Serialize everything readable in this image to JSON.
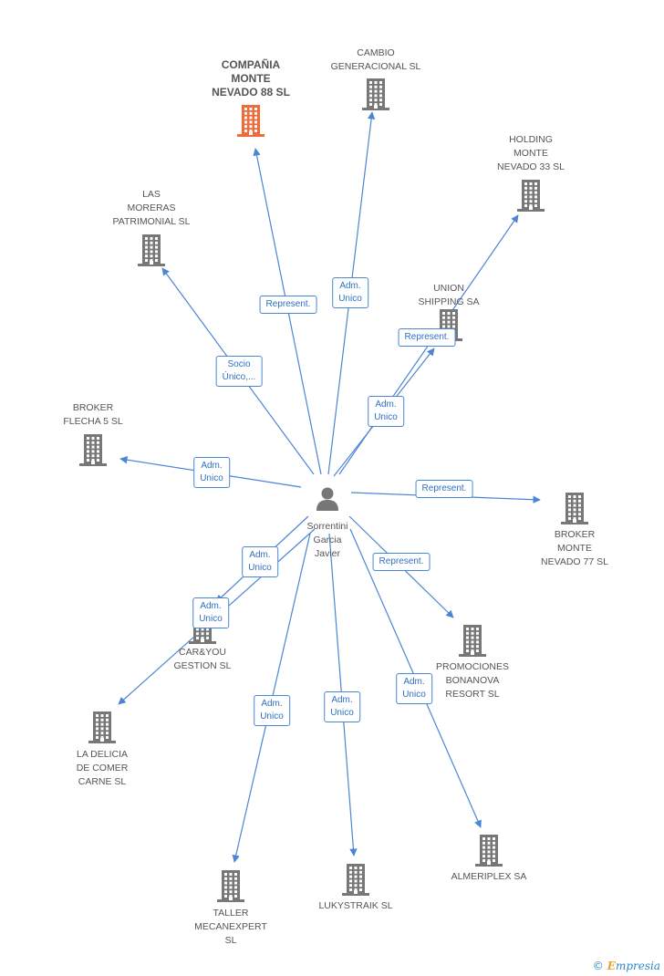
{
  "colors": {
    "edge": "#4a86d4",
    "building": "#777777",
    "building_main": "#f06a3a",
    "person": "#777777"
  },
  "center": {
    "name": "Sorrentini\nGarcia\nJavier",
    "icon": "person-icon"
  },
  "nodes": [
    {
      "id": "compania",
      "label": "COMPAÑIA\nMONTE\nNEVADO 88 SL",
      "main": true,
      "icon": "building-icon"
    },
    {
      "id": "cambio",
      "label": "CAMBIO\nGENERACIONAL SL",
      "icon": "building-icon"
    },
    {
      "id": "holding",
      "label": "HOLDING\nMONTE\nNEVADO 33 SL",
      "icon": "building-icon"
    },
    {
      "id": "moreras",
      "label": "LAS\nMORERAS\nPATRIMONIAL SL",
      "icon": "building-icon"
    },
    {
      "id": "union",
      "label": "UNION\nSHIPPING SA",
      "icon": "building-icon"
    },
    {
      "id": "flecha",
      "label": "BROKER\nFLECHA 5 SL",
      "icon": "building-icon"
    },
    {
      "id": "broker77",
      "label": "BROKER\nMONTE\nNEVADO 77 SL",
      "icon": "building-icon"
    },
    {
      "id": "caryou",
      "label": "CAR&YOU\nGESTION SL",
      "icon": "building-icon"
    },
    {
      "id": "promociones",
      "label": "PROMOCIONES\nBONANOVA\nRESORT SL",
      "icon": "building-icon"
    },
    {
      "id": "delicia",
      "label": "LA DELICIA\nDE COMER\nCARNE SL",
      "icon": "building-icon"
    },
    {
      "id": "taller",
      "label": "TALLER\nMECANEXPERT\nSL",
      "icon": "building-icon"
    },
    {
      "id": "lukystraik",
      "label": "LUKYSTRAIK SL",
      "icon": "building-icon"
    },
    {
      "id": "almeriplex",
      "label": "ALMERIPLEX SA",
      "icon": "building-icon"
    }
  ],
  "edges": [
    {
      "to": "compania",
      "label": "Represent."
    },
    {
      "to": "cambio",
      "label": "Adm.\nUnico"
    },
    {
      "to": "holding",
      "label": "Represent."
    },
    {
      "to": "moreras",
      "label": "Socio\nÚnico,..."
    },
    {
      "to": "union",
      "label": "Adm.\nUnico"
    },
    {
      "to": "flecha",
      "label": "Adm.\nUnico"
    },
    {
      "to": "broker77",
      "label": "Represent."
    },
    {
      "to": "caryou",
      "label": "Adm.\nUnico"
    },
    {
      "to": "promociones",
      "label": "Represent."
    },
    {
      "to": "delicia",
      "label": "Adm.\nUnico"
    },
    {
      "to": "taller",
      "label": "Adm.\nUnico"
    },
    {
      "to": "lukystraik",
      "label": "Adm.\nUnico"
    },
    {
      "to": "almeriplex",
      "label": "Adm.\nUnico"
    }
  ],
  "watermark": {
    "copyright": "©",
    "brand_initial": "E",
    "brand_rest": "mpresia"
  }
}
